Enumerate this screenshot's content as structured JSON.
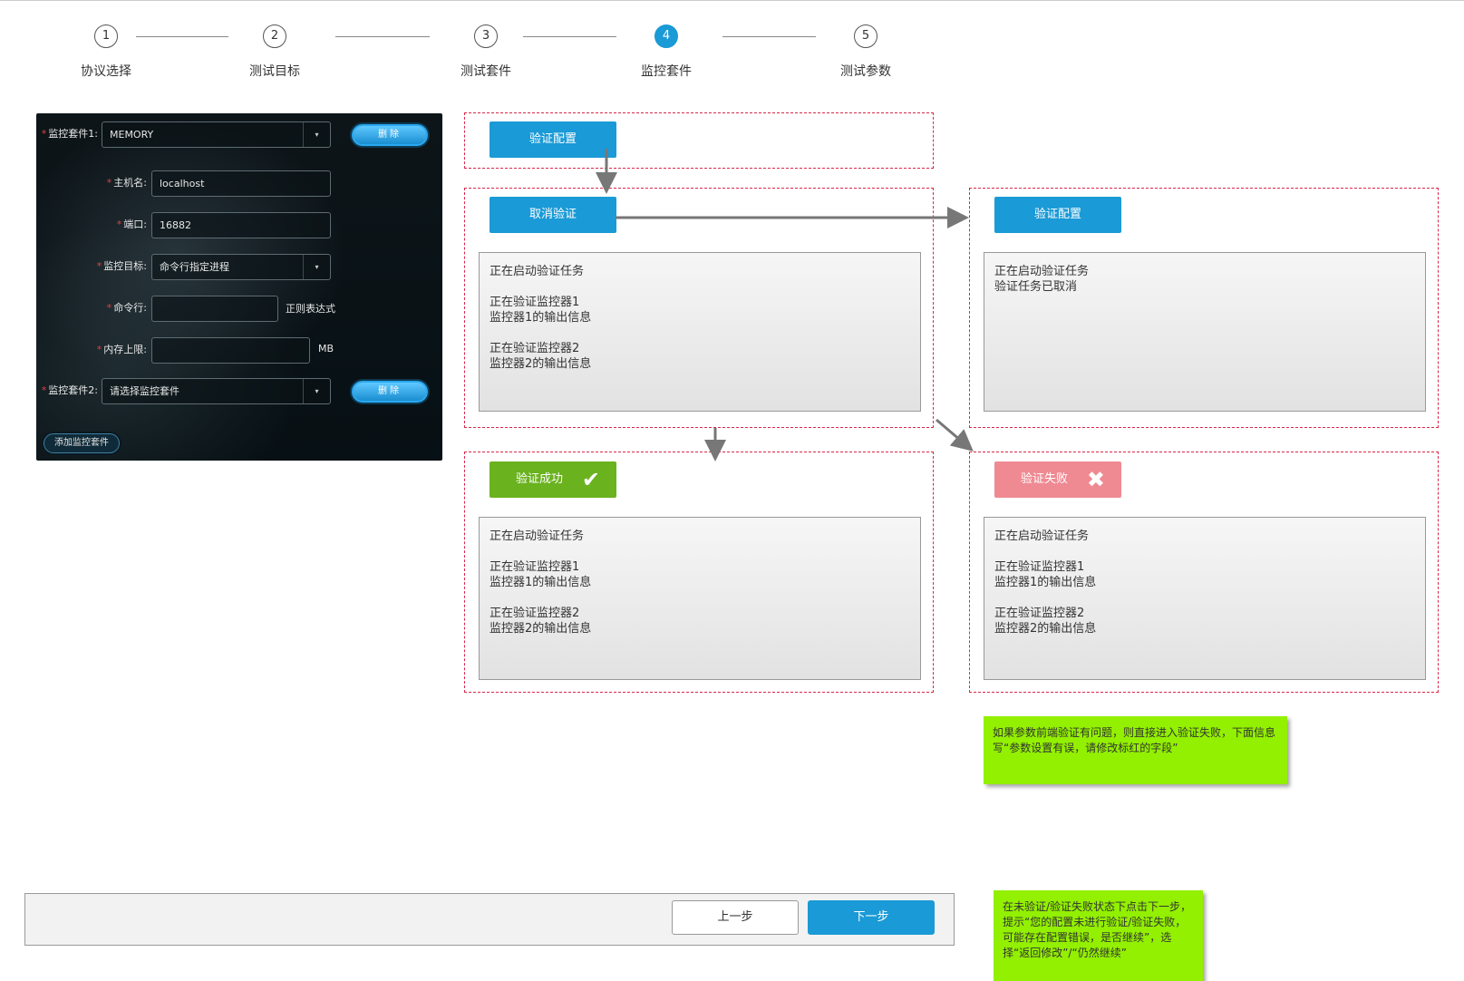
{
  "stepper": {
    "steps": [
      {
        "num": "1",
        "label": "协议选择"
      },
      {
        "num": "2",
        "label": "测试目标"
      },
      {
        "num": "3",
        "label": "测试套件"
      },
      {
        "num": "4",
        "label": "监控套件"
      },
      {
        "num": "5",
        "label": "测试参数"
      }
    ],
    "active_index": 3
  },
  "form": {
    "suite1_label": "监控套件1:",
    "suite1_value": "MEMORY",
    "host_label": "主机名:",
    "host_value": "localhost",
    "port_label": "端口:",
    "port_value": "16882",
    "target_label": "监控目标:",
    "target_value": "命令行指定进程",
    "cmd_label": "命令行:",
    "cmd_value": "",
    "cmd_hint": "正则表达式",
    "mem_label": "内存上限:",
    "mem_value": "",
    "mem_unit": "MB",
    "suite2_label": "监控套件2:",
    "suite2_placeholder": "请选择监控套件",
    "delete_label": "删除",
    "add_label": "添加监控套件",
    "dropdown_icon": "▾",
    "required_mark": "*"
  },
  "flow": {
    "verify_label": "验证配置",
    "cancel_label": "取消验证",
    "verify2_label": "验证配置",
    "success_label": "验证成功",
    "fail_label": "验证失败",
    "check_icon": "✔",
    "cross_icon": "✖",
    "log_running": "正在启动验证任务\n\n正在验证监控器1\n监控器1的输出信息\n\n正在验证监控器2\n监控器2的输出信息",
    "log_cancelled": "正在启动验证任务\n验证任务已取消",
    "log_success": "正在启动验证任务\n\n正在验证监控器1\n监控器1的输出信息\n\n正在验证监控器2\n监控器2的输出信息",
    "log_fail": "正在启动验证任务\n\n正在验证监控器1\n监控器1的输出信息\n\n正在验证监控器2\n监控器2的输出信息"
  },
  "notes": {
    "note1": "如果参数前端验证有问题，则直接进入验证失败，下面信息写“参数设置有误，请修改标红的字段”",
    "note2": "在未验证/验证失败状态下点击下一步，提示“您的配置未进行验证/验证失败，可能存在配置错误，是否继续”，选择“返回修改”/“仍然继续”"
  },
  "footer": {
    "prev_label": "上一步",
    "next_label": "下一步"
  },
  "colors": {
    "primary": "#1a9ad6",
    "success": "#6ab21e",
    "fail": "#ef8a93",
    "dashed": "#d8284a",
    "note": "#92f000"
  }
}
